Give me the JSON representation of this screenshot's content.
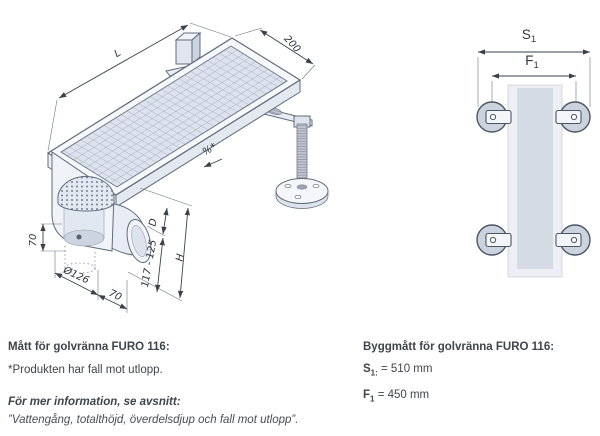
{
  "iso_drawing": {
    "dim_L": "L",
    "dim_200": "200",
    "slope": "%*",
    "dim_70_left": "70",
    "dim_diameter": "Ø126",
    "dim_70_bottom": "70",
    "dim_D": "D",
    "dim_range": "117 - 125",
    "dim_H": "H"
  },
  "plan_view": {
    "s_label": "S",
    "s_sub": "1",
    "f_label": "F",
    "f_sub": "1"
  },
  "measurements_note": {
    "title": "Mått för golvränna FURO 116:",
    "footnote": "*Produkten har fall mot utlopp.",
    "info_heading": "För mer information, se avsnitt:",
    "info_reference": "”Vattengång, totalthöjd, överdelsdjup och fall mot utlopp”."
  },
  "build_dims": {
    "title": "Byggmått för golvränna FURO 116:",
    "rows": [
      {
        "label": "S",
        "sub": "1:",
        "value": "= 510 mm"
      },
      {
        "label": "F",
        "sub": "1",
        "value": "= 450 mm"
      }
    ]
  },
  "colors": {
    "outline": "#5f6b7a",
    "dimension": "#3a4149",
    "fill_light": "#f3f6fa",
    "fill_mid": "#dde4ee",
    "fill_dark": "#cbd3df",
    "text": "#3f454c"
  }
}
